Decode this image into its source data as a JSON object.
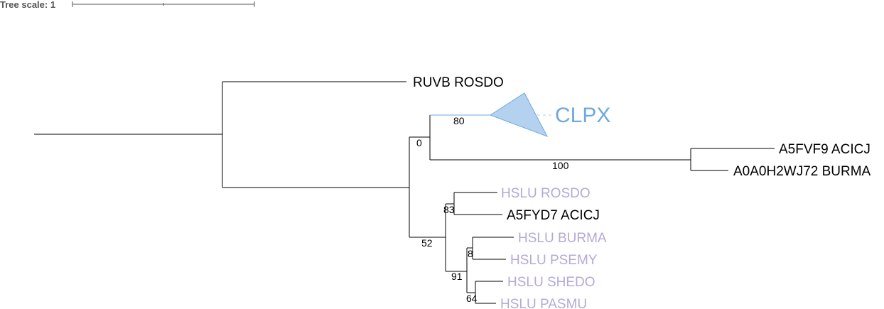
{
  "tree_scale": {
    "label": "Tree scale: 1"
  },
  "leaves": {
    "ruvb_rosdo": "RUVB ROSDO",
    "clpx": "CLPX",
    "a5fvf9_acicj": "A5FVF9 ACICJ",
    "a0a0h2wj72_burma": "A0A0H2WJ72 BURMA",
    "hslu_rosdo": "HSLU ROSDO",
    "a5fyd7_acicj": "A5FYD7 ACICJ",
    "hslu_burma": "HSLU BURMA",
    "hslu_psemy": "HSLU PSEMY",
    "hslu_shedo": "HSLU SHEDO",
    "hslu_pasmu": "HSLU PASMU"
  },
  "bootstrap": {
    "clpx_branch": "80",
    "clpx_a5fvf9_node": "0",
    "a5fvf9_clade": "100",
    "hslu_rosdo_node": "83",
    "hslu_main_node": "52",
    "burma_psemy_node": "8",
    "hslu_lower_node": "91",
    "shedo_pasmu_node": "64"
  },
  "colors": {
    "branch": "#000000",
    "clpx": "#6fa8dc",
    "clpx_fill": "#b4d2ef",
    "hslu": "#b4a9d6"
  }
}
